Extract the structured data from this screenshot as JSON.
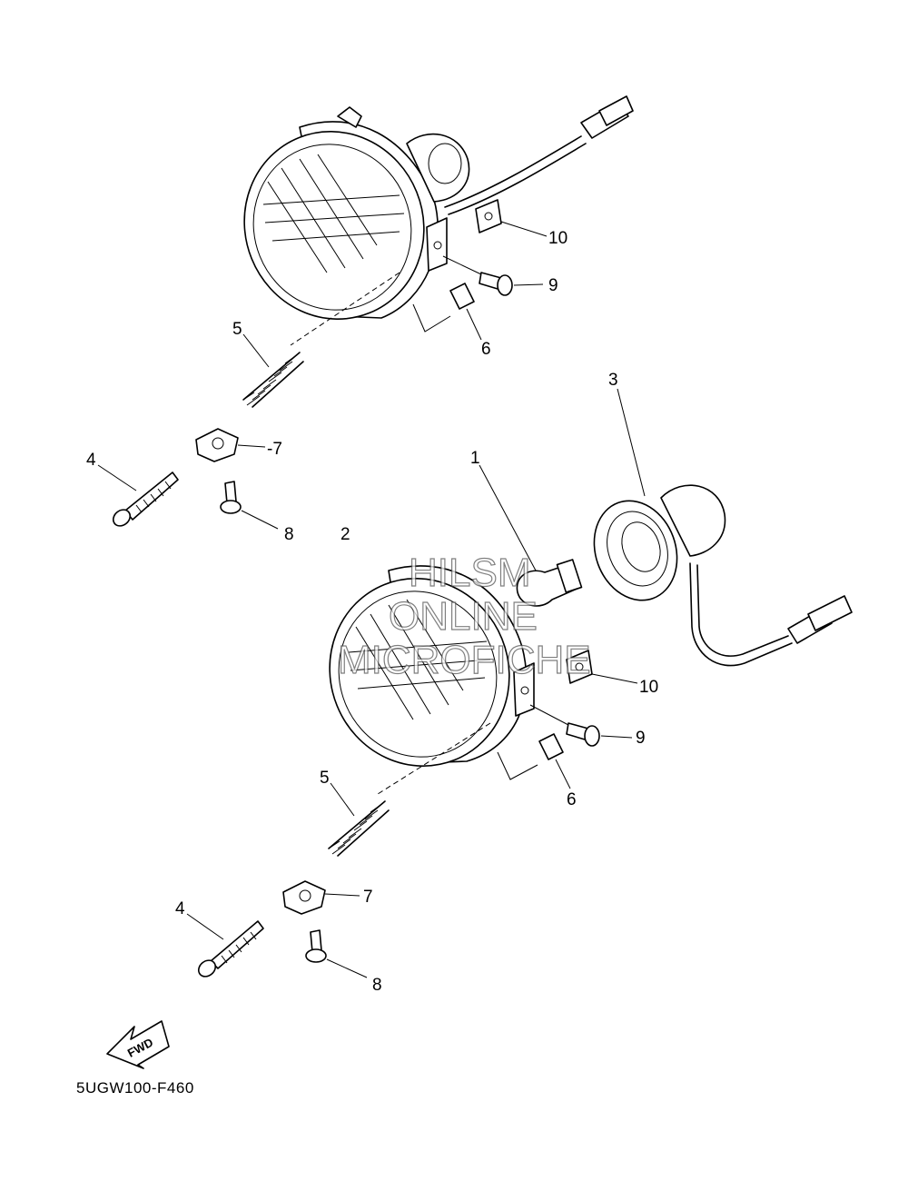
{
  "diagram": {
    "diagram_code": "5UGW100-F460",
    "fwd_arrow_label": "FWD",
    "watermark": [
      "HILSM",
      "ONLINE",
      "MICROFICHE"
    ],
    "callouts_upper": [
      "5",
      "4",
      "-7",
      "8",
      "10",
      "9",
      "6"
    ],
    "callouts_lower": [
      "1",
      "2",
      "3",
      "5",
      "4",
      "7",
      "8",
      "10",
      "9",
      "6"
    ]
  }
}
